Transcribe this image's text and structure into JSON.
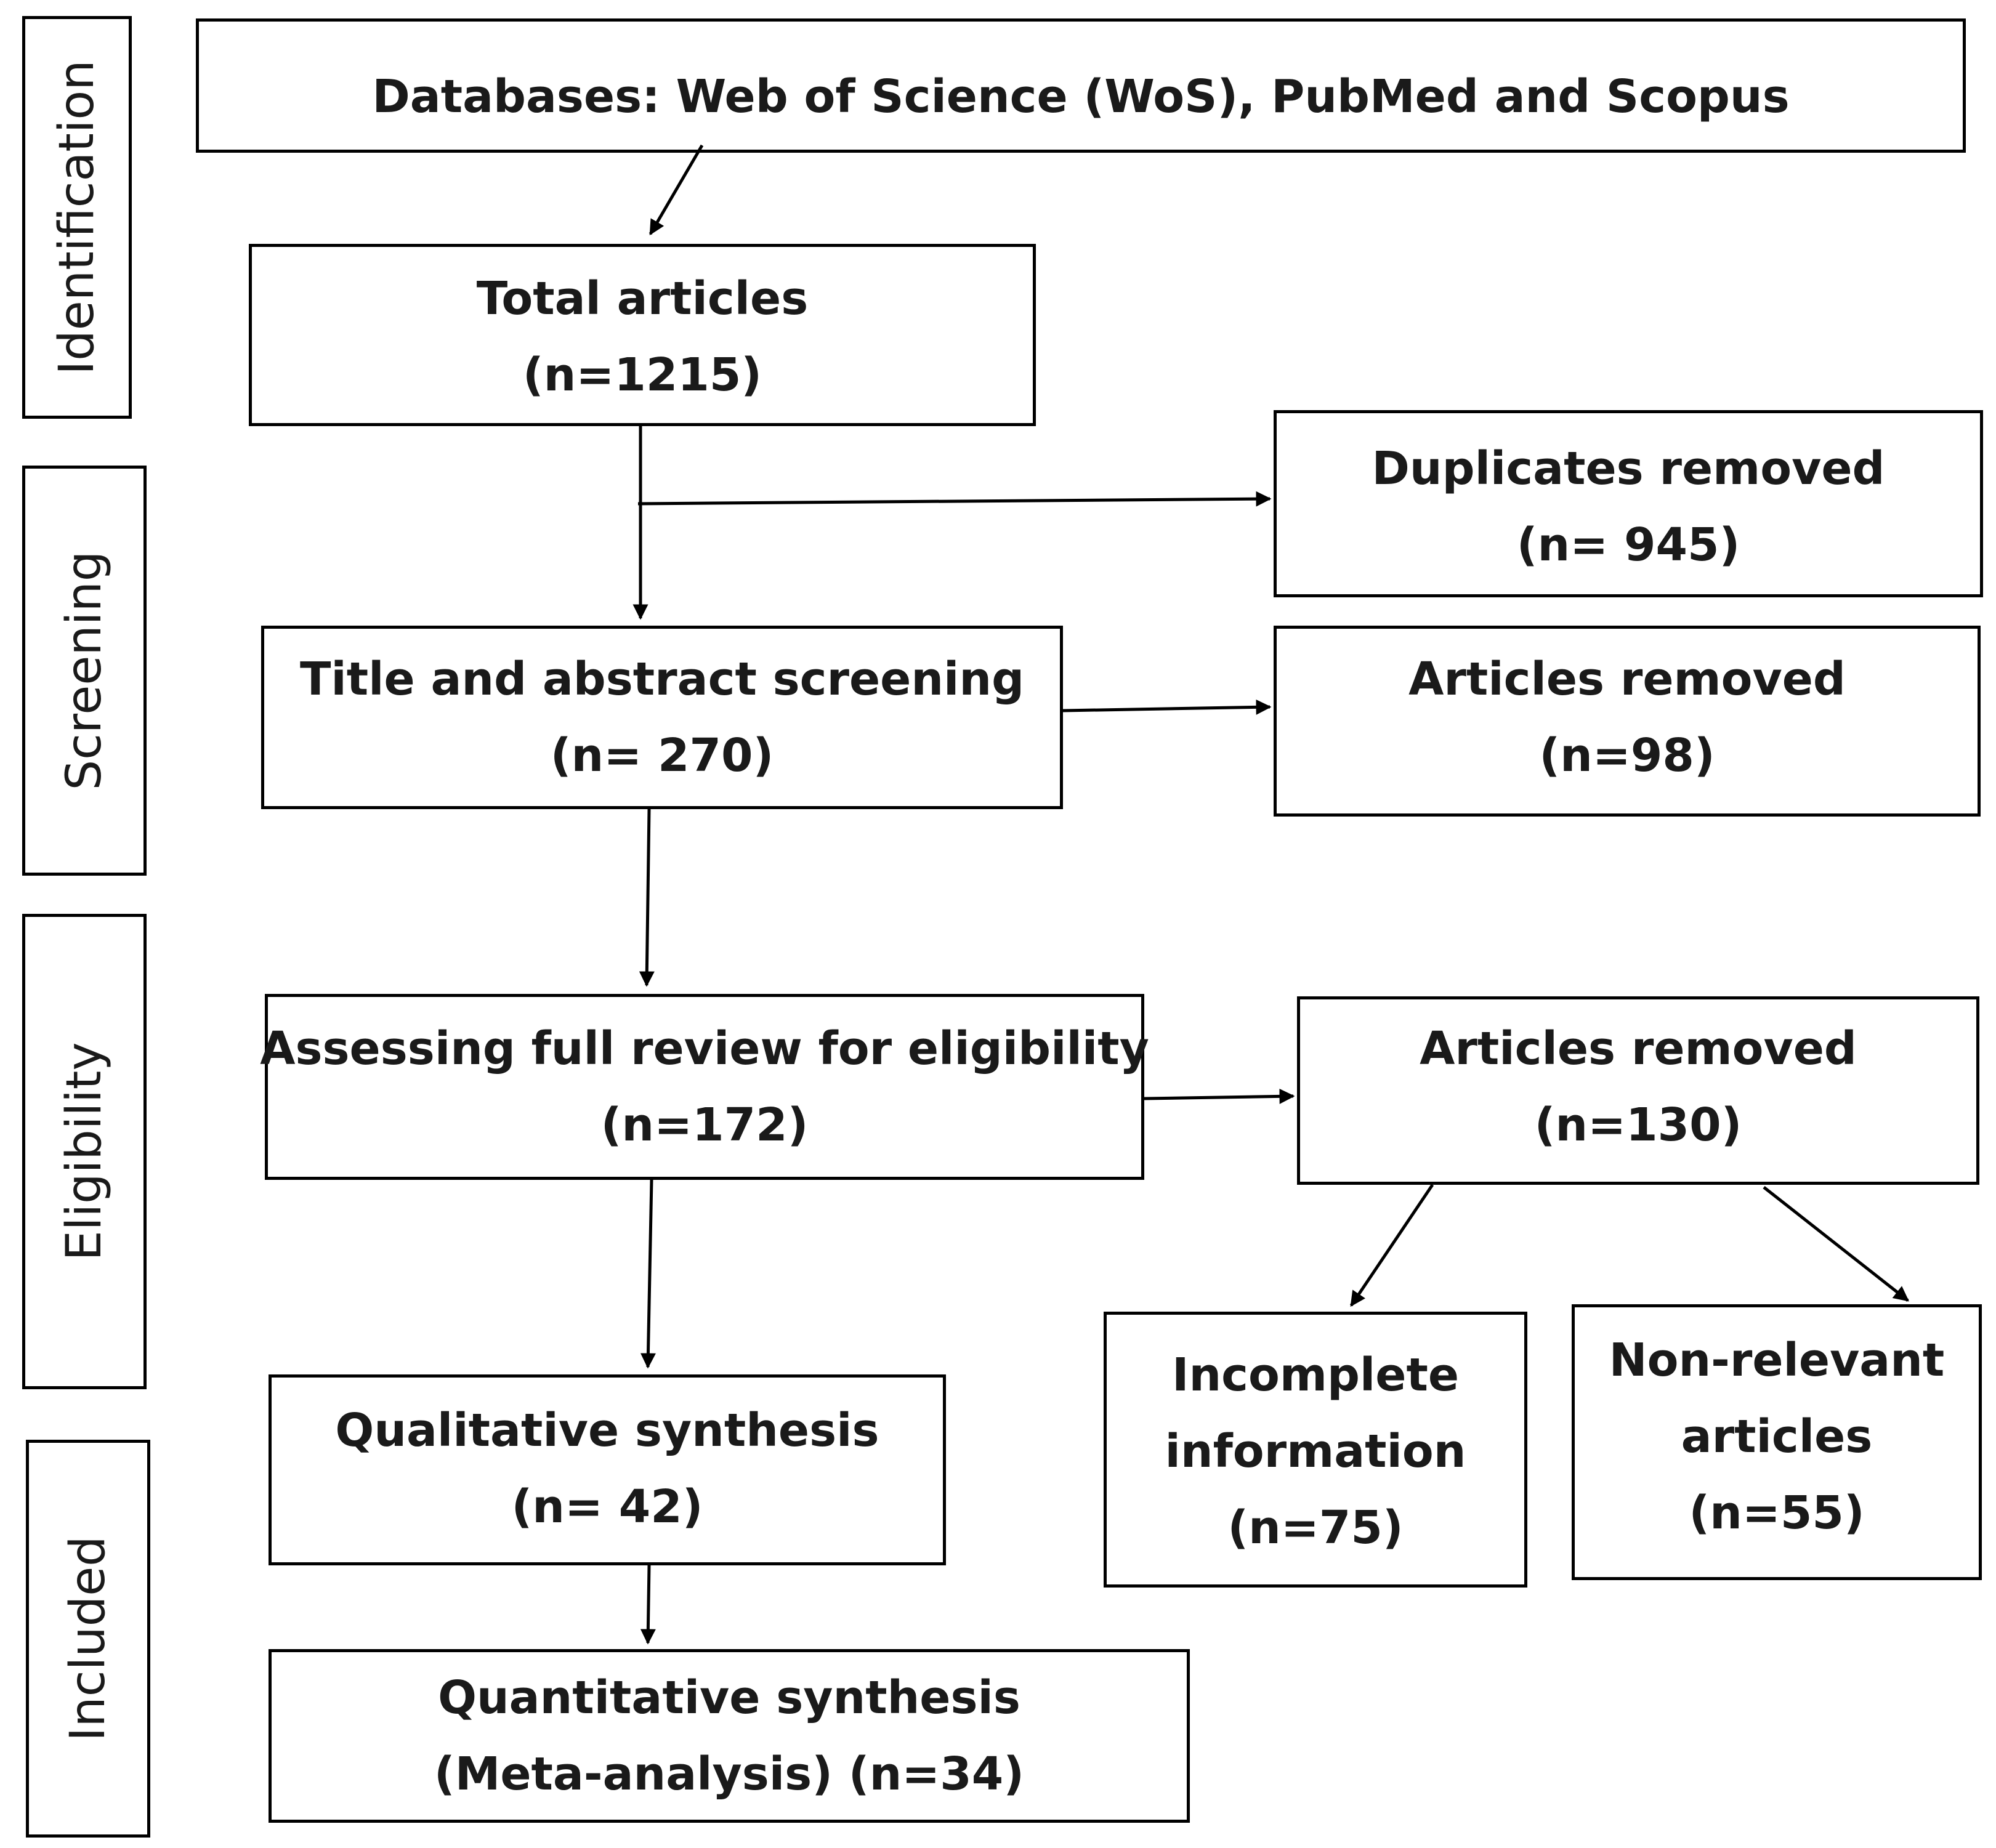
{
  "phases": {
    "identification": "Identification",
    "screening": "Screening",
    "eligibility": "Eligibility",
    "included": "Included"
  },
  "boxes": {
    "databases": {
      "line1": "Databases: Web of Science (WoS), PubMed and Scopus"
    },
    "total_articles": {
      "line1": "Total articles",
      "line2": "(n=1215)"
    },
    "duplicates_removed": {
      "line1": "Duplicates removed",
      "line2": "(n= 945)"
    },
    "title_abstract_screening": {
      "line1": "Title and abstract screening",
      "line2": "(n= 270)"
    },
    "articles_removed_screening": {
      "line1": "Articles removed",
      "line2": "(n=98)"
    },
    "full_review_eligibility": {
      "line1": "Assessing full review for eligibility",
      "line2": "(n=172)"
    },
    "articles_removed_eligibility": {
      "line1": "Articles removed",
      "line2": "(n=130)"
    },
    "incomplete_information": {
      "line1": "Incomplete",
      "line2": "information",
      "line3": "(n=75)"
    },
    "non_relevant_articles": {
      "line1": "Non-relevant",
      "line2": "articles",
      "line3": "(n=55)"
    },
    "qualitative_synthesis": {
      "line1": "Qualitative synthesis",
      "line2": "(n= 42)"
    },
    "quantitative_synthesis": {
      "line1": "Quantitative synthesis",
      "line2": "(Meta-analysis) (n=34)"
    }
  }
}
